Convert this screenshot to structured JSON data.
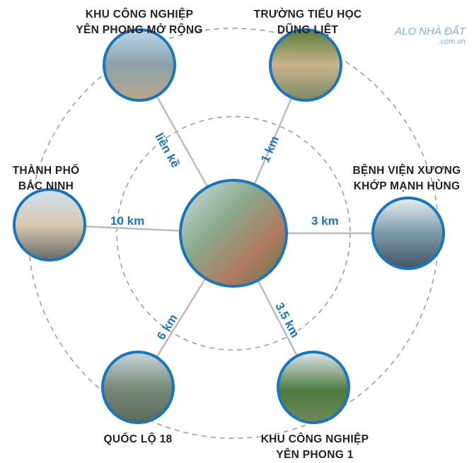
{
  "center": {
    "name": "project-render"
  },
  "locations": [
    {
      "label_line1": "KHU CÔNG NGHIỆP",
      "label_line2": "YÊN PHONG MỞ RỘNG",
      "distance": "liền kề"
    },
    {
      "label_line1": "TRƯỜNG TIỂU HỌC",
      "label_line2": "DŨNG LIỆT",
      "distance": "1 km"
    },
    {
      "label_line1": "BỆNH VIỆN XƯƠNG",
      "label_line2": "KHỚP MẠNH HÙNG",
      "distance": "3 km"
    },
    {
      "label_line1": "KHU CÔNG NGHIỆP",
      "label_line2": "YÊN PHONG 1",
      "distance": "3.5 km"
    },
    {
      "label_line1": "QUỐC LỘ 18",
      "label_line2": "",
      "distance": "6 km"
    },
    {
      "label_line1": "THÀNH PHỐ",
      "label_line2": "BẮC NINH",
      "distance": "10 km"
    }
  ],
  "watermark": {
    "line1": "ALO NHÀ ĐẤT",
    "line2": ".com.vn"
  },
  "colors": {
    "accent": "#1a75bb",
    "line": "#bbbbbb",
    "text": "#222222"
  }
}
